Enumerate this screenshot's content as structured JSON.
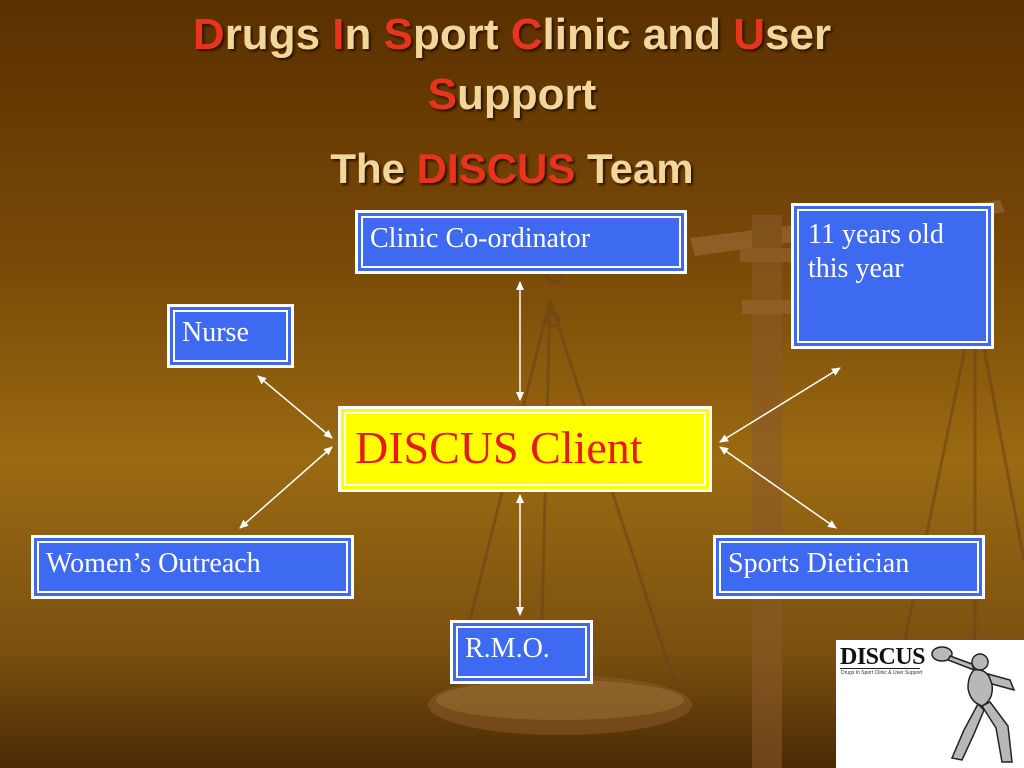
{
  "title": {
    "line1": [
      {
        "cap": "D",
        "rest": "rugs "
      },
      {
        "cap": "I",
        "rest": "n "
      },
      {
        "cap": "S",
        "rest": "port "
      },
      {
        "cap": "C",
        "rest": "linic and "
      },
      {
        "cap": "U",
        "rest": "ser"
      }
    ],
    "line2": {
      "cap": "S",
      "rest": "upport"
    },
    "line3": {
      "pre": "The ",
      "highlight": "DISCUS",
      "post": " Team"
    }
  },
  "nodes": {
    "coordinator": "Clinic Co-ordinator",
    "note": "11 years old this year",
    "nurse": "Nurse",
    "client": "DISCUS Client",
    "womens_outreach": "Women’s Outreach",
    "dietician": "Sports Dietician",
    "rmo": "R.M.O."
  },
  "logo": {
    "text": "DISCUS",
    "subtitle": "Drugs In Sport Clinic & User Support"
  },
  "colors": {
    "box_fill": "#3e6af2",
    "client_fill": "#ffff00",
    "client_text": "#e41b1b",
    "title_text": "#f3d79a",
    "title_accent": "#e8341c"
  }
}
